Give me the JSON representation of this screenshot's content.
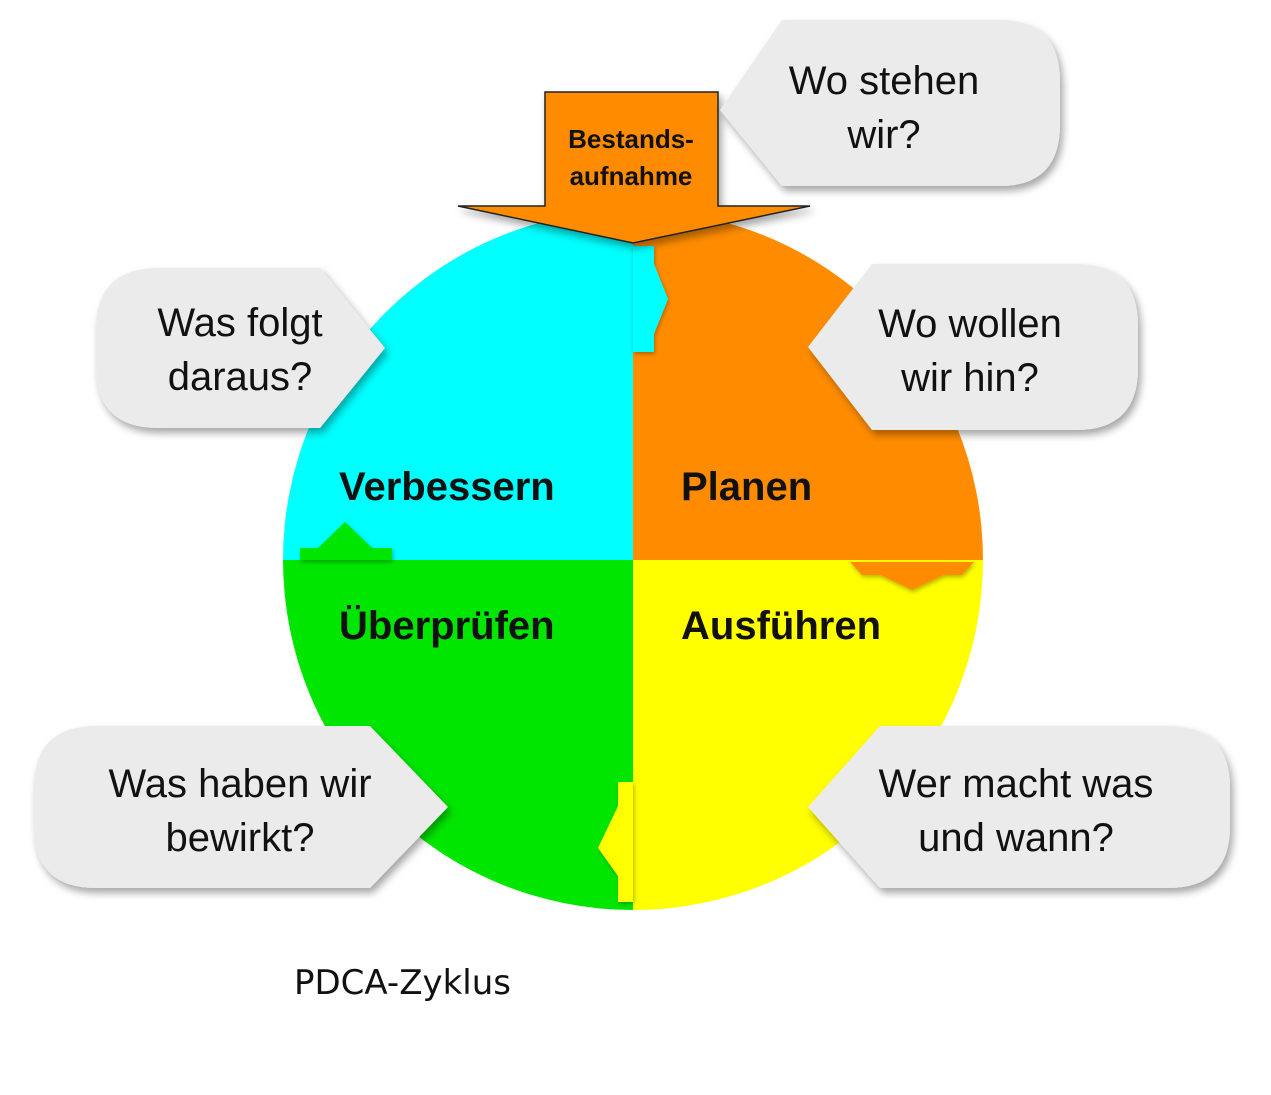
{
  "diagram": {
    "colors": {
      "plan": "#FF8C00",
      "do": "#FFFF00",
      "check": "#00E600",
      "act": "#00FFFF",
      "bubble": "#EBEBEB",
      "text": "#111111"
    },
    "quadrants": {
      "plan": "Planen",
      "do": "Ausführen",
      "check": "Überprüfen",
      "act": "Verbessern"
    },
    "entry_arrow": {
      "line1": "Bestands-",
      "line2": "aufnahme"
    },
    "bubbles": {
      "top": {
        "line1": "Wo stehen",
        "line2": "wir?"
      },
      "plan": {
        "line1": "Wo wollen",
        "line2": "wir hin?"
      },
      "act": {
        "line1": "Was folgt",
        "line2": "daraus?"
      },
      "check": {
        "line1": "Was haben wir",
        "line2": "bewirkt?"
      },
      "do": {
        "line1": "Wer macht was",
        "line2": "und wann?"
      }
    },
    "caption": "PDCA-Zyklus"
  }
}
